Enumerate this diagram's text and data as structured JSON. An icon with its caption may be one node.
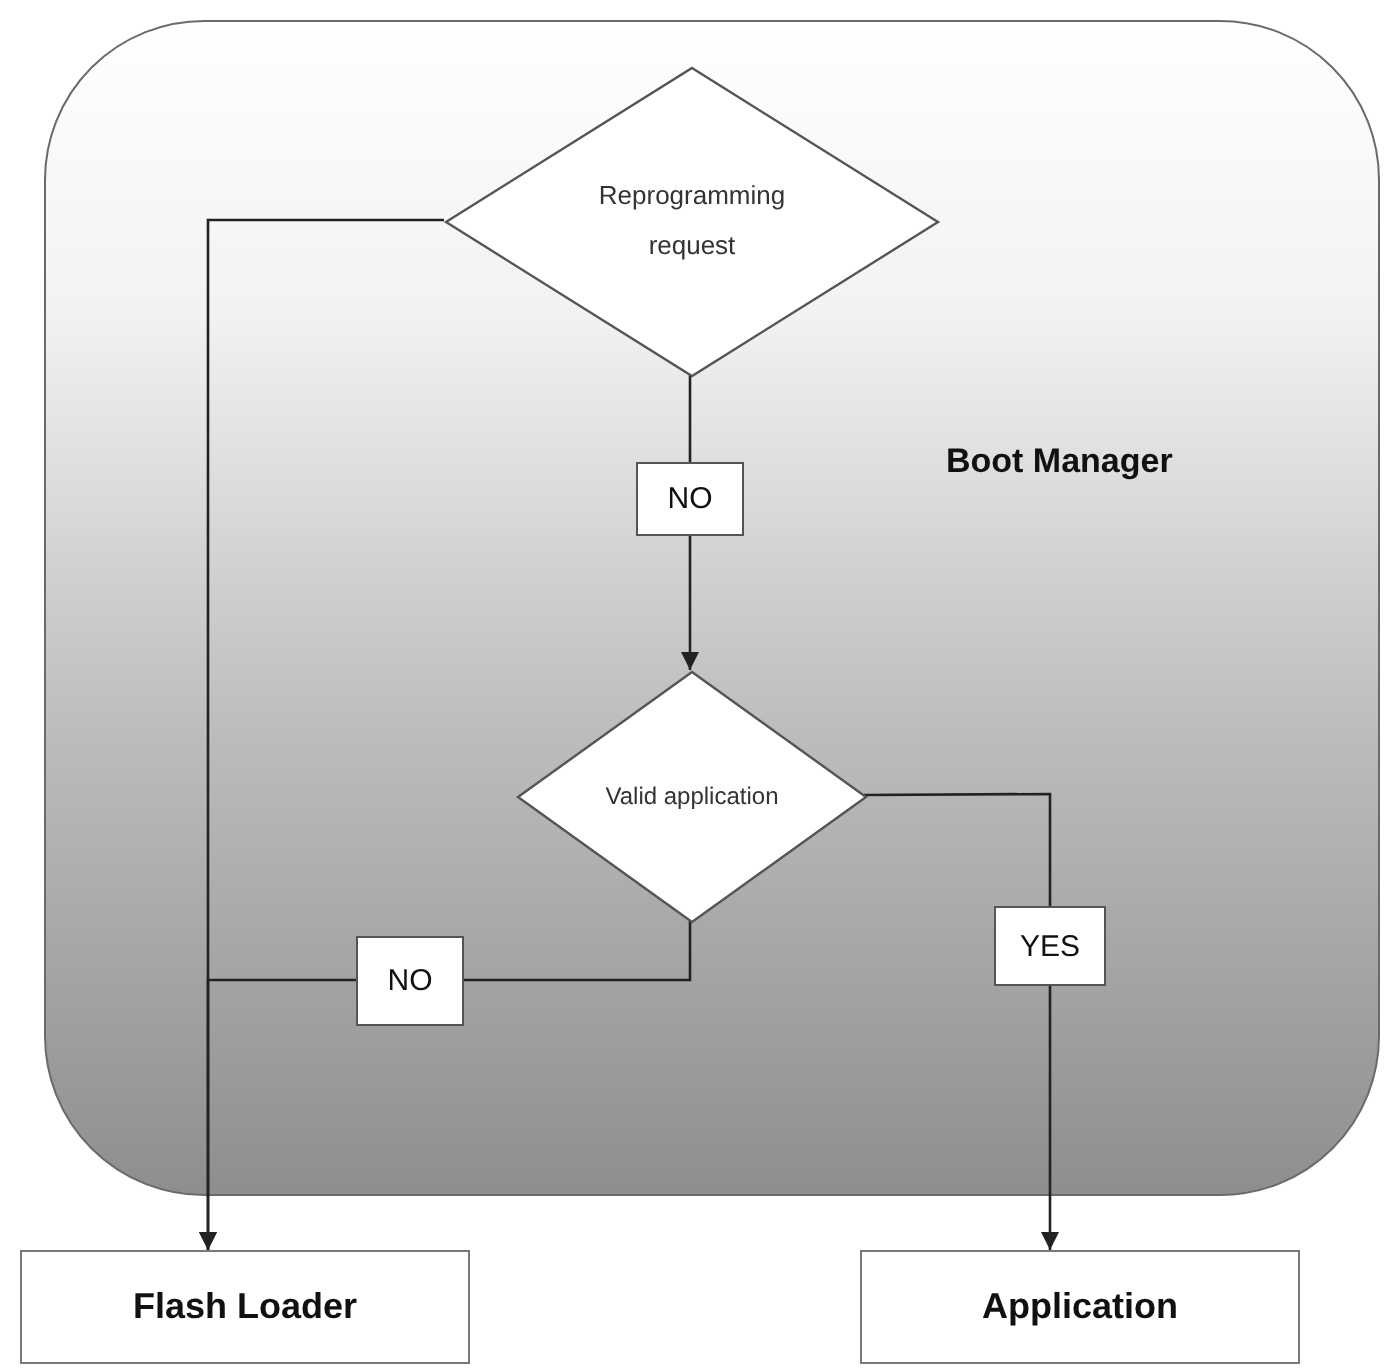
{
  "diagram": {
    "nodes": [
      {
        "text": [
          "Boot Manager"
        ]
      },
      {
        "text": [
          "Reprogramming request"
        ],
        "in": 0
      },
      {
        "text": [
          "Valid application"
        ],
        "in": 0
      },
      {
        "text": [
          "Flash Loader"
        ]
      },
      {
        "text": [
          "Application"
        ]
      }
    ],
    "edges": [
      {
        "from": 1,
        "to": 3,
        "arrow": "to"
      },
      {
        "from": 1,
        "to": 2,
        "arrow": "to",
        "label": "NO"
      },
      {
        "from": 2,
        "to": 3,
        "arrow": "to",
        "label": "NO"
      },
      {
        "from": 2,
        "to": 4,
        "arrow": "to",
        "label": "YES"
      }
    ]
  }
}
